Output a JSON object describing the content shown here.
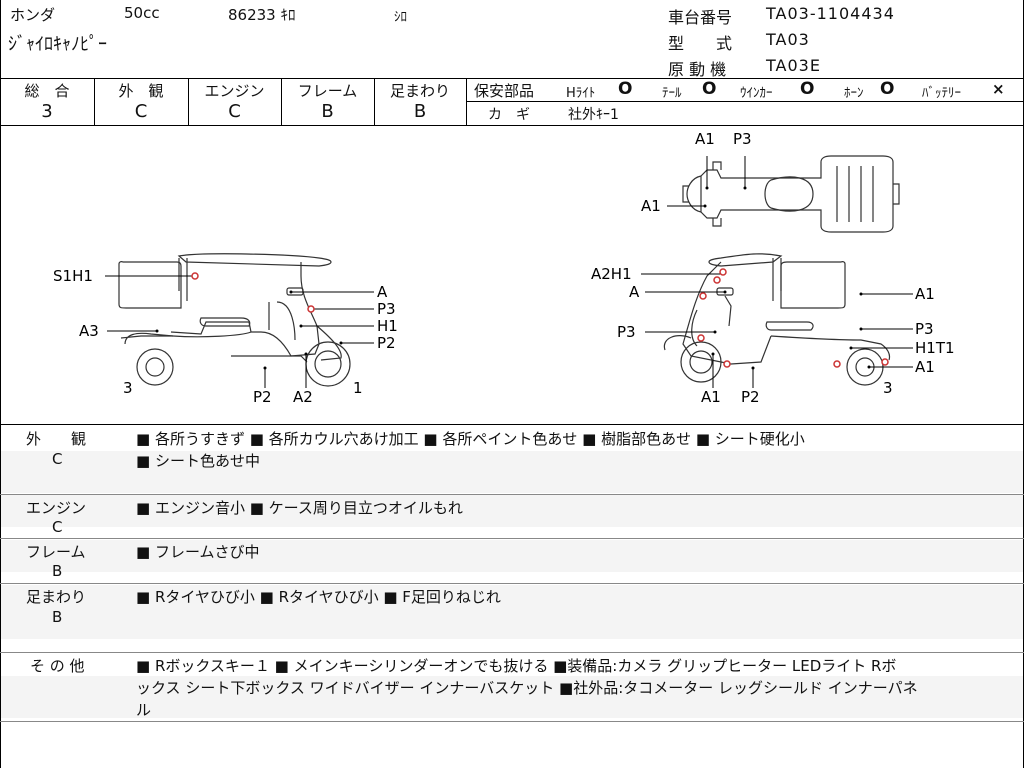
{
  "header": {
    "maker": "ホンダ",
    "displacement": "50cc",
    "mileage": "86233 ｷﾛ",
    "color": "ｼﾛ",
    "model_name": "ｼﾞｬｲﾛｷｬﾉﾋﾟｰ",
    "frame_label": "車台番号",
    "frame_value": "TA03-1104434",
    "type_label": "型　　式",
    "type_value": "TA03",
    "engine_label": "原 動 機",
    "engine_value": "TA03E"
  },
  "grades": [
    {
      "label": "総　合",
      "value": "3"
    },
    {
      "label": "外　観",
      "value": "C"
    },
    {
      "label": "エンジン",
      "value": "C"
    },
    {
      "label": "フレーム",
      "value": "B"
    },
    {
      "label": "足まわり",
      "value": "B"
    }
  ],
  "safety": {
    "title": "保安部品",
    "items": [
      {
        "label": "Hﾗｲﾄ",
        "mark": "O"
      },
      {
        "label": "ﾃｰﾙ",
        "mark": "O"
      },
      {
        "label": "ｳｲﾝｶｰ",
        "mark": "O"
      },
      {
        "label": "ﾎｰﾝ",
        "mark": "O"
      },
      {
        "label": "ﾊﾞｯﾃﾘｰ",
        "mark": "×"
      }
    ],
    "key_label": "カ　ギ",
    "key_value": "社外ｷｰ1"
  },
  "diagram": {
    "left": {
      "S1H1": "S1H1",
      "A": "A",
      "P3": "P3",
      "H1": "H1",
      "A3": "A3",
      "P2": "P2",
      "three": "3",
      "one": "1",
      "P2b": "P2",
      "A2": "A2"
    },
    "right": {
      "A2H1": "A2H1",
      "A": "A",
      "A1a": "A1",
      "P3a": "P3",
      "P3b": "P3",
      "H1T1": "H1T1",
      "A1b": "A1",
      "A1c": "A1",
      "P2": "P2",
      "three": "3"
    },
    "top": {
      "A1a": "A1",
      "P3": "P3",
      "A1b": "A1"
    }
  },
  "details": [
    {
      "label": "外　　観",
      "grade": "C",
      "text": "■ 各所うすきず ■ 各所カウル穴あけ加工 ■ 各所ペイント色あせ ■ 樹脂部色あせ ■ シート硬化小",
      "text2": "■ シート色あせ中"
    },
    {
      "label": "エンジン",
      "grade": "C",
      "text": "■ エンジン音小 ■ ケース周り目立つオイルもれ"
    },
    {
      "label": "フレーム",
      "grade": "B",
      "text": "■ フレームさび中"
    },
    {
      "label": "足まわり",
      "grade": "B",
      "text": "■ Rタイヤひび小 ■ Rタイヤひび小 ■ F足回りねじれ"
    },
    {
      "label": "そ の 他",
      "text": "■ Rボックスキー１ ■ メインキーシリンダーオンでも抜ける ■装備品:カメラ グリップヒーター LEDライト Rボ",
      "text2": "ックス シート下ボックス ワイドバイザー インナーバスケット ■社外品:タコメーター レッグシールド インナーパネ",
      "text3": "ル"
    }
  ]
}
